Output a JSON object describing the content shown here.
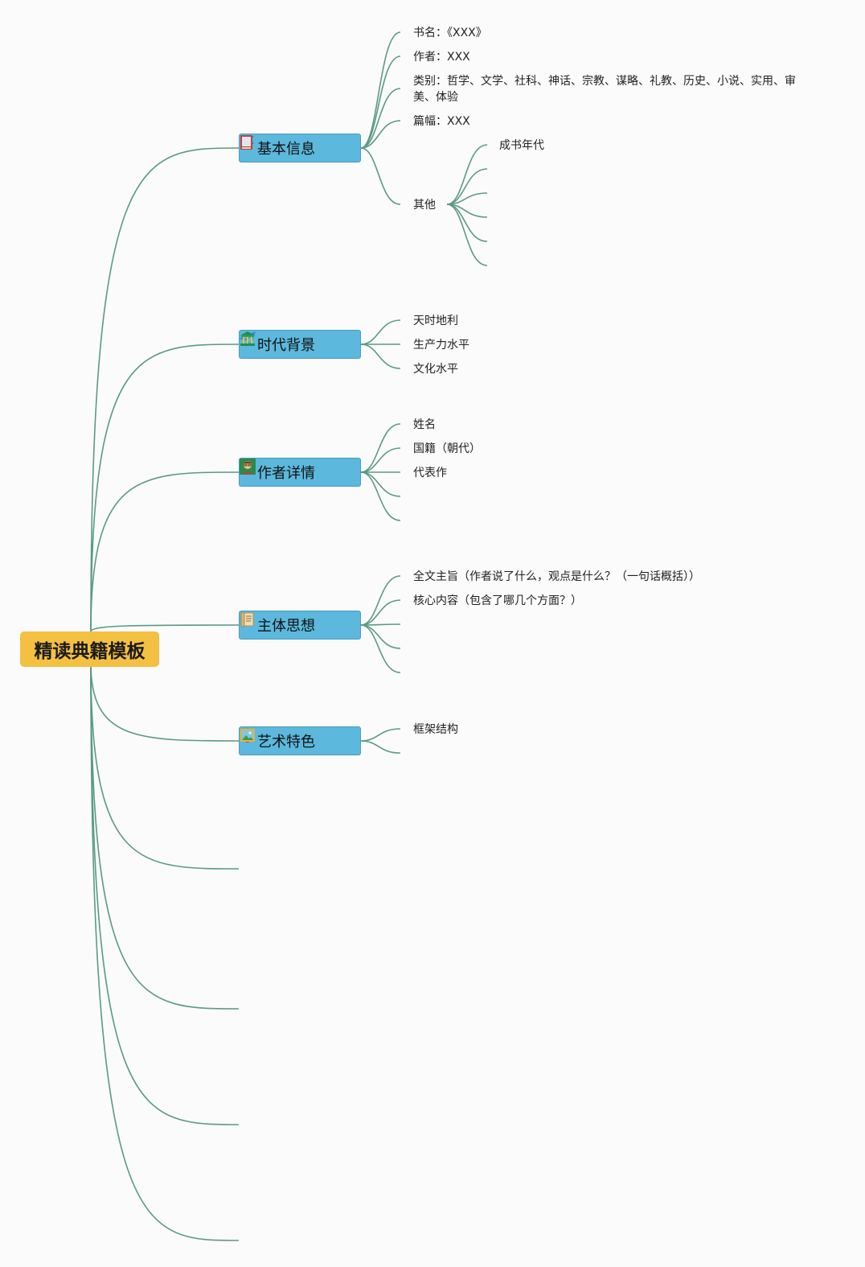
{
  "root": {
    "label": "精读典籍模板"
  },
  "branches": [
    {
      "label": "基本信息",
      "icons": [
        "blue-flag-icon",
        "book-icon"
      ],
      "children": [
        {
          "label": "书名：《XXX》"
        },
        {
          "label": "作者：XXX"
        },
        {
          "label": "类别：哲学、文学、社科、神话、宗教、谋略、礼教、历史、小说、实用、审美、体验"
        },
        {
          "label": "篇幅：XXX"
        },
        {
          "label": "其他",
          "children": [
            {
              "label": "成书年代"
            },
            {
              "label": ""
            },
            {
              "label": ""
            },
            {
              "label": ""
            },
            {
              "label": ""
            },
            {
              "label": ""
            }
          ]
        }
      ]
    },
    {
      "label": "时代背景",
      "icons": [
        "paper-plane-icon",
        "temple-icon"
      ],
      "children": [
        {
          "label": "天时地利"
        },
        {
          "label": "生产力水平"
        },
        {
          "label": "文化水平"
        }
      ]
    },
    {
      "label": "作者详情",
      "icons": [
        "blue-flag-icon",
        "teacher-icon"
      ],
      "children": [
        {
          "label": "姓名"
        },
        {
          "label": "国籍（朝代）"
        },
        {
          "label": "代表作"
        },
        {
          "label": ""
        },
        {
          "label": ""
        }
      ]
    },
    {
      "label": "主体思想",
      "icons": [
        "magic-wand-icon",
        "scroll-icon"
      ],
      "children": [
        {
          "label": "全文主旨（作者说了什么，观点是什么？（一句话概括））"
        },
        {
          "label": "核心内容（包含了哪几个方面？）"
        },
        {
          "label": ""
        },
        {
          "label": ""
        },
        {
          "label": ""
        }
      ]
    },
    {
      "label": "艺术特色",
      "icons": [
        "fire-icon",
        "picture-icon"
      ],
      "children": [
        {
          "label": "框架结构"
        },
        {
          "label": ""
        }
      ]
    },
    {
      "label": ""
    },
    {
      "label": ""
    },
    {
      "label": ""
    },
    {
      "label": ""
    }
  ],
  "colors": {
    "connector": "#5a9a86",
    "root_fill": "#f4c041",
    "branch_fill": "#5cb8dc",
    "branch_border": "#4a9ec1"
  }
}
